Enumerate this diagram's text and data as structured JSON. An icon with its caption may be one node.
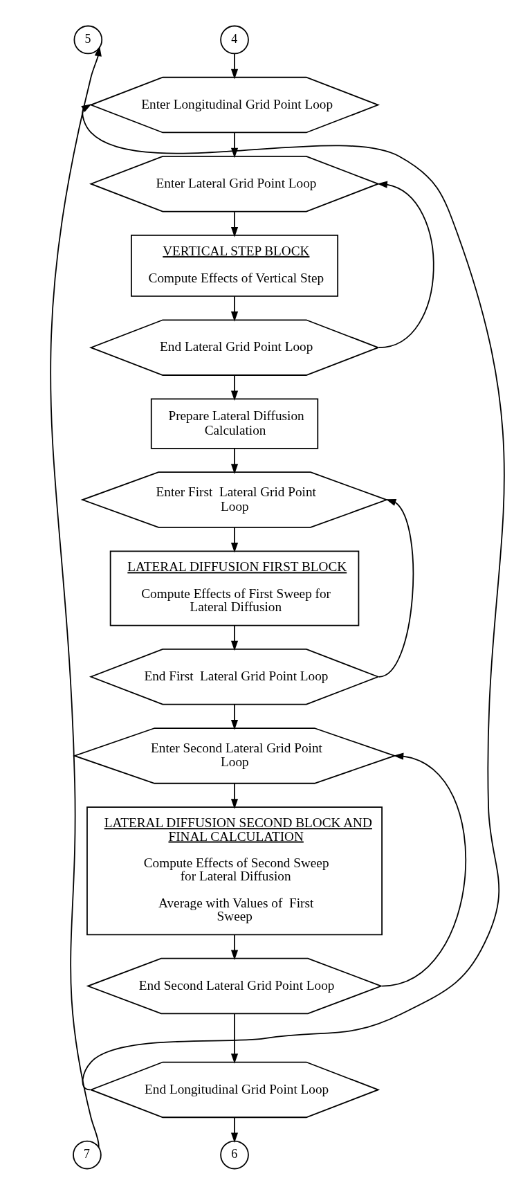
{
  "diagram": {
    "nodes": [
      {
        "text": [
          "5"
        ]
      },
      {
        "text": [
          "4"
        ]
      },
      {
        "text": [
          "Enter Longitudinal Grid Point Loop"
        ]
      },
      {
        "text": [
          "Enter Lateral Grid Point Loop"
        ]
      },
      {
        "text": [
          "VERTICAL STEP BLOCK",
          "Compute Effects of Vertical Step"
        ]
      },
      {
        "text": [
          "End Lateral Grid Point Loop"
        ]
      },
      {
        "text": [
          "Prepare Lateral Diffusion Calculation"
        ]
      },
      {
        "text": [
          "Enter First  Lateral Grid Point Loop"
        ]
      },
      {
        "text": [
          "LATERAL DIFFUSION FIRST BLOCK",
          "Compute Effects of First Sweep for Lateral Diffusion"
        ]
      },
      {
        "text": [
          "End First  Lateral Grid Point Loop"
        ]
      },
      {
        "text": [
          "Enter Second Lateral Grid Point Loop"
        ]
      },
      {
        "text": [
          "LATERAL DIFFUSION SECOND BLOCK AND FINAL CALCULATION",
          "Compute Effects of Second Sweep for Lateral Diffusion",
          "Average with Values of  First Sweep"
        ]
      },
      {
        "text": [
          "End Second Lateral Grid Point Loop"
        ]
      },
      {
        "text": [
          "End Longitudinal Grid Point Loop"
        ]
      },
      {
        "text": [
          "7"
        ]
      },
      {
        "text": [
          "6"
        ]
      }
    ],
    "edges": [
      {
        "from": 1,
        "to": 2,
        "arrow": "to"
      },
      {
        "from": 2,
        "to": 3,
        "arrow": "to"
      },
      {
        "from": 3,
        "to": 4,
        "arrow": "to"
      },
      {
        "from": 4,
        "to": 5,
        "arrow": "to"
      },
      {
        "from": 5,
        "to": 3,
        "arrow": "to"
      },
      {
        "from": 5,
        "to": 6,
        "arrow": "to"
      },
      {
        "from": 6,
        "to": 7,
        "arrow": "to"
      },
      {
        "from": 7,
        "to": 8,
        "arrow": "to"
      },
      {
        "from": 8,
        "to": 9,
        "arrow": "to"
      },
      {
        "from": 9,
        "to": 7,
        "arrow": "to"
      },
      {
        "from": 9,
        "to": 10,
        "arrow": "to"
      },
      {
        "from": 10,
        "to": 11,
        "arrow": "to"
      },
      {
        "from": 11,
        "to": 12,
        "arrow": "to"
      },
      {
        "from": 12,
        "to": 10,
        "arrow": "to"
      },
      {
        "from": 12,
        "to": 13,
        "arrow": "to"
      },
      {
        "from": 13,
        "to": 2,
        "arrow": "to"
      },
      {
        "from": 13,
        "to": 15,
        "arrow": "to"
      },
      {
        "from": 14,
        "to": 0,
        "arrow": "to"
      }
    ]
  }
}
